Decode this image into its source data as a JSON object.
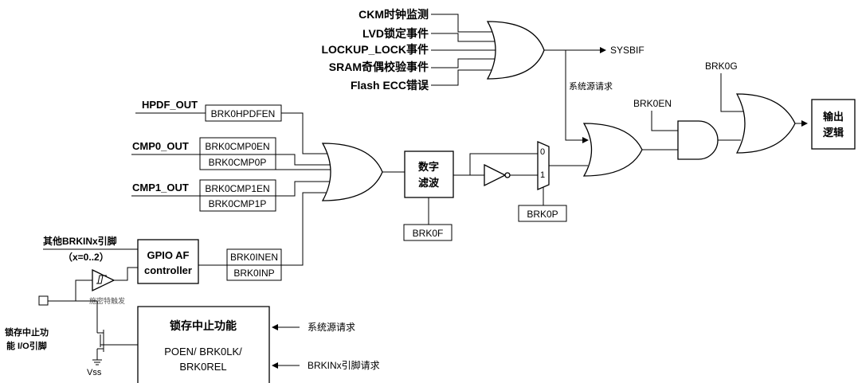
{
  "sources": {
    "ckm": "CKM时钟监测",
    "lvd": "LVD锁定事件",
    "lockup": "LOCKUP_LOCK事件",
    "sram": "SRAM奇偶校验事件",
    "flash": "Flash ECC错误"
  },
  "sysbif": "SYSBIF",
  "system_request": "系统源请求",
  "brk0g": "BRK0G",
  "brk0en": "BRK0EN",
  "output_logic": [
    "输出",
    "逻辑"
  ],
  "inputs": {
    "hpdf": "HPDF_OUT",
    "cmp0": "CMP0_OUT",
    "cmp1": "CMP1_OUT",
    "other_pins": "其他BRKINx引脚",
    "other_pins_range": "（x=0..2）"
  },
  "regs": {
    "hpdfen": "BRK0HPDFEN",
    "cmp0en": "BRK0CMP0EN",
    "cmp0p": "BRK0CMP0P",
    "cmp1en": "BRK0CMP1EN",
    "cmp1p": "BRK0CMP1P",
    "inen": "BRK0INEN",
    "inp": "BRK0INP",
    "brk0f": "BRK0F",
    "brk0p": "BRK0P"
  },
  "digital_filter": [
    "数字",
    "滤波"
  ],
  "gpio": [
    "GPIO AF",
    "controller"
  ],
  "schmitt": "施密特触发",
  "mux": {
    "in0": "0",
    "in1": "1"
  },
  "lock_pin": [
    "锁存中止功",
    "能 I/O引脚"
  ],
  "vss": "Vss",
  "lock_block": {
    "title": "锁存中止功能",
    "line1": "POEN/ BRK0LK/",
    "line2": "BRK0REL"
  },
  "lock_inputs": {
    "sys": "系统源请求",
    "brkin": "BRKINx引脚请求"
  }
}
